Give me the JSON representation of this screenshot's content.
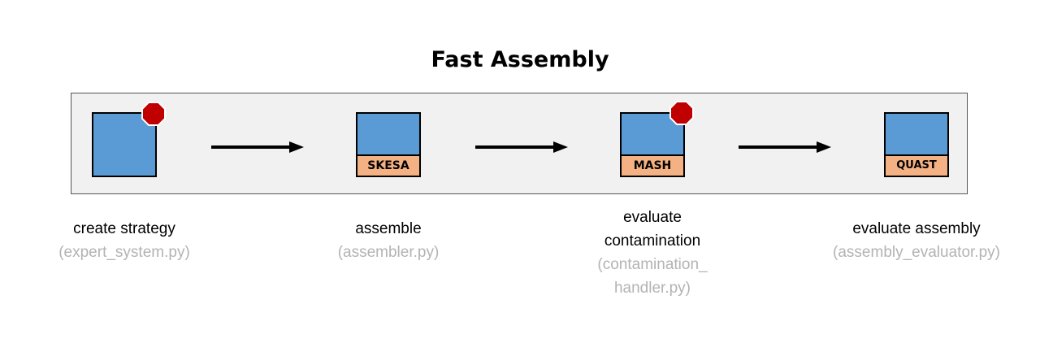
{
  "title": "Fast Assembly",
  "colors": {
    "panel_bg": "#f1f1f1",
    "box_fill": "#5b9bd5",
    "tool_fill": "#f4b183",
    "stop_fill": "#c00000",
    "label_gray": "#b3b3b3"
  },
  "steps": [
    {
      "step": "create strategy",
      "file": "(expert_system.py)",
      "tool": "",
      "has_stop_icon": true
    },
    {
      "step": "assemble",
      "file": "(assembler.py)",
      "tool": "SKESA",
      "has_stop_icon": false
    },
    {
      "step": "evaluate contamination",
      "step_lines": [
        "evaluate",
        "contamination"
      ],
      "file": "(contamination_ handler.py)",
      "file_lines": [
        "(contamination_",
        "handler.py)"
      ],
      "tool": "MASH",
      "has_stop_icon": true
    },
    {
      "step": "evaluate assembly",
      "file": "(assembly_evaluator.py)",
      "tool": "QUAST",
      "has_stop_icon": false
    }
  ],
  "icons": {
    "stop": "stop-octagon-icon",
    "arrow": "arrow-right-icon"
  }
}
